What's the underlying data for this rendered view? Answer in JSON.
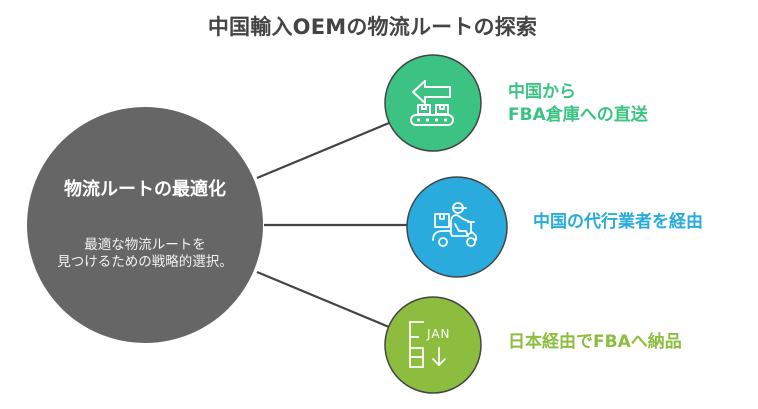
{
  "title": "中国輸入OEMの物流ルートの探索",
  "connector_color": "#444444",
  "center": {
    "heading": "物流ルートの最適化",
    "description_lines": [
      "最適な物流ルートを",
      "見つけるための戦略的選択。"
    ],
    "color": "#666666"
  },
  "options": [
    {
      "label_lines": [
        "中国から",
        "FBA倉庫への直送"
      ],
      "icon": "conveyor-belt-icon",
      "color": "#3CC384"
    },
    {
      "label_lines": [
        "中国の代行業者を経由"
      ],
      "icon": "delivery-scooter-icon",
      "color": "#29ABDD"
    },
    {
      "label_lines": [
        "日本経由でFBAへ納品"
      ],
      "icon": "jan-code-icon",
      "icon_text": "JAN",
      "color": "#8CBD3F"
    }
  ]
}
